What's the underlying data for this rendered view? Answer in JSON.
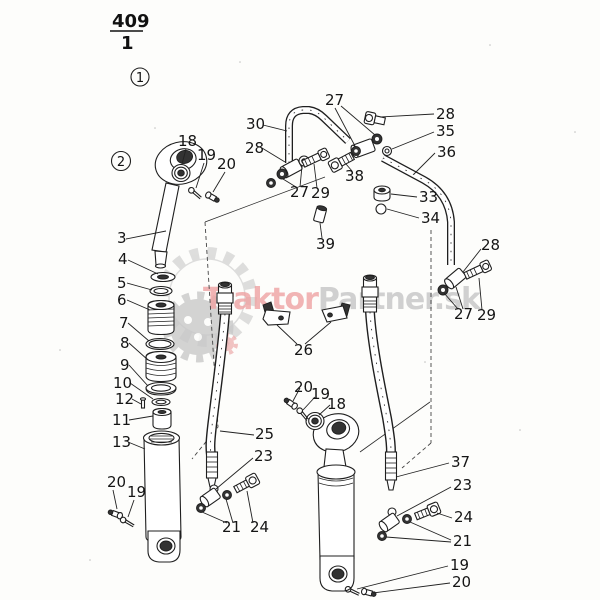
{
  "sheet": {
    "number": "409",
    "sub": "1"
  },
  "callouts": {
    "view1": "1",
    "view2": "2"
  },
  "watermark": {
    "brand_red": "Traktor",
    "brand_gray": "Partner.sk",
    "red": "#EFA3A3",
    "gray": "#C6C6C6"
  },
  "parts": {
    "n3": "3",
    "n4": "4",
    "n5": "5",
    "n6": "6",
    "n7": "7",
    "n8": "8",
    "n9": "9",
    "n10": "10",
    "n11": "11",
    "n12": "12",
    "n13": "13",
    "n18_top": "18",
    "n19_top": "19",
    "n20_top": "20",
    "n25": "25",
    "n26": "26",
    "n30": "30",
    "n27_top": "27",
    "n27_mid": "27",
    "n27_right": "27",
    "n28_topright": "28",
    "n28_left": "28",
    "n28_right": "28",
    "n29_mid": "29",
    "n29_right": "29",
    "n33": "33",
    "n34": "34",
    "n35": "35",
    "n36": "36",
    "n37": "37",
    "n38": "38",
    "n39": "39",
    "n23_left": "23",
    "n23_right": "23",
    "n24_left": "24",
    "n24_right": "24",
    "n21_left": "21",
    "n21_right": "21",
    "n19_leftcyl": "19",
    "n20_leftcyl": "20",
    "n18_rightcyl": "18",
    "n19_rightcyl": "19",
    "n20_rightcyl": "20",
    "n19_bottom": "19",
    "n20_bottom": "20"
  }
}
